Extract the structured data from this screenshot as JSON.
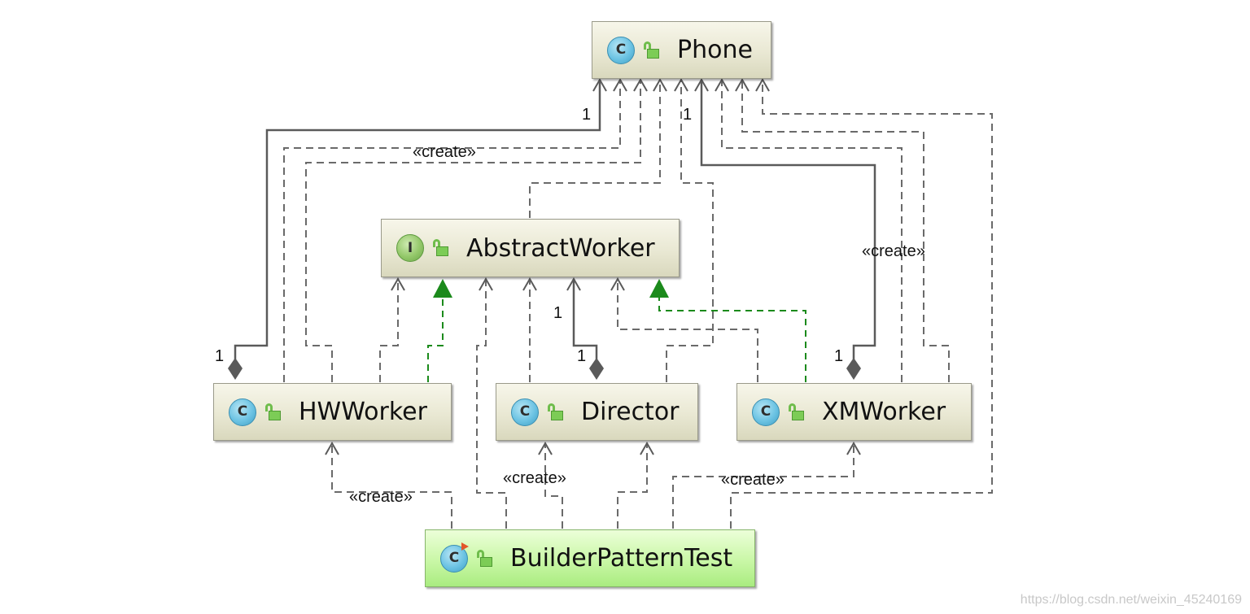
{
  "nodes": {
    "phone": {
      "name": "Phone",
      "kind": "class",
      "icon": "class-icon",
      "access_icon": "unlock-icon"
    },
    "abstract_worker": {
      "name": "AbstractWorker",
      "kind": "interface",
      "icon": "interface-icon",
      "access_icon": "unlock-icon"
    },
    "hw_worker": {
      "name": "HWWorker",
      "kind": "class",
      "icon": "class-icon",
      "access_icon": "unlock-icon"
    },
    "director": {
      "name": "Director",
      "kind": "class",
      "icon": "class-icon",
      "access_icon": "unlock-icon"
    },
    "xm_worker": {
      "name": "XMWorker",
      "kind": "class",
      "icon": "class-icon",
      "access_icon": "unlock-icon"
    },
    "builder_pattern_test": {
      "name": "BuilderPatternTest",
      "kind": "class",
      "icon": "runnable-class-icon",
      "access_icon": "unlock-icon"
    }
  },
  "icon_letters": {
    "class": "C",
    "interface": "I"
  },
  "labels": {
    "create": "«create»",
    "multiplicity": "1"
  },
  "colors": {
    "dependency": "#5a5a5a",
    "realization": "#1b8a1b",
    "composition_diamond": "#5a5a5a",
    "class_fill": "#e9e8d3",
    "test_fill": "#c9f7a6"
  },
  "watermark": "https://blog.csdn.net/weixin_45240169"
}
